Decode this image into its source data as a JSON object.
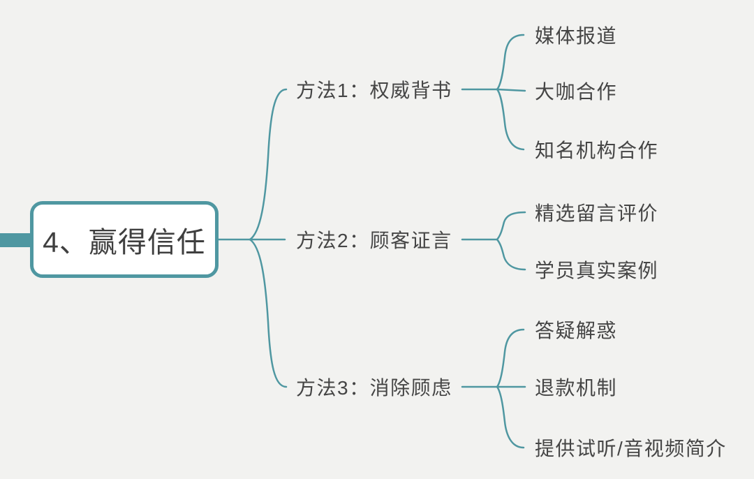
{
  "theme": {
    "accent": "#4f97a1",
    "bg": "#f2f2f0",
    "text": "#454545",
    "root-text": "#3f3f3f",
    "node-bg": "#ffffff"
  },
  "root": {
    "label": "4、赢得信任"
  },
  "branches": [
    {
      "label": "方法1：权威背书",
      "children": [
        "媒体报道",
        "大咖合作",
        "知名机构合作"
      ]
    },
    {
      "label": "方法2：顾客证言",
      "children": [
        "精选留言评价",
        "学员真实案例"
      ]
    },
    {
      "label": "方法3：消除顾虑",
      "children": [
        "答疑解惑",
        "退款机制",
        "提供试听/音视频简介"
      ]
    }
  ]
}
